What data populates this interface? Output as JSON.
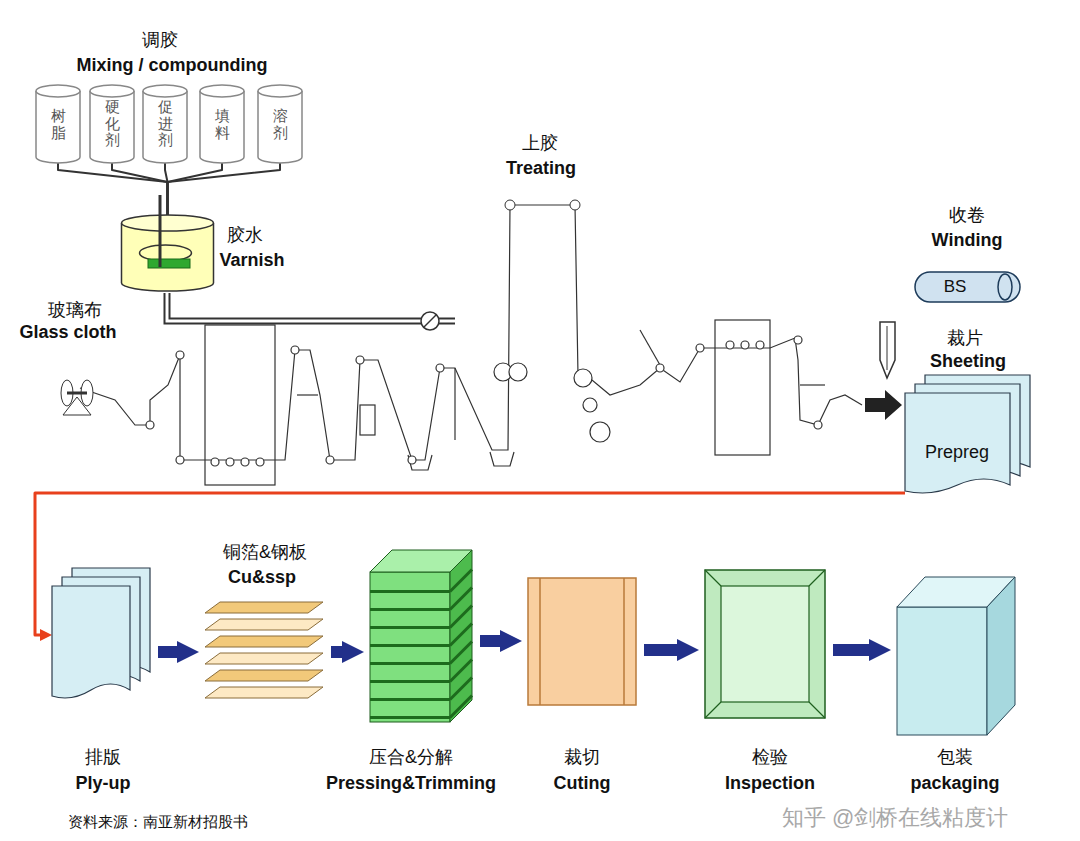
{
  "diagram": {
    "caption": "资料来源：南亚新材招股书",
    "nodes": [
      {
        "text": [
          "树脂"
        ]
      },
      {
        "text": [
          "硬化剂"
        ]
      },
      {
        "text": [
          "促进剂"
        ]
      },
      {
        "text": [
          "填料"
        ]
      },
      {
        "text": [
          "溶剂"
        ]
      },
      {
        "text": [
          "胶水",
          "Varnish"
        ]
      },
      {
        "text": [
          "玻璃布",
          "Glass cloth"
        ]
      },
      {
        "text": [
          "上胶",
          "Treating"
        ]
      },
      {
        "text": [
          "收卷",
          "Winding",
          "BS"
        ]
      },
      {
        "text": [
          "裁片",
          "Sheeting",
          "Prepreg"
        ]
      },
      {
        "text": [
          "排版",
          "Ply-up"
        ]
      },
      {
        "text": [
          "铜箔&钢板",
          "Cu&ssp"
        ]
      },
      {
        "text": [
          "压合&分解",
          "Pressing&Trimming"
        ]
      },
      {
        "text": [
          "裁切",
          "Cuting"
        ]
      },
      {
        "text": [
          "检验",
          "Inspection"
        ]
      },
      {
        "text": [
          "包装",
          "packaging"
        ]
      }
    ],
    "edges": [
      {
        "from": 0,
        "to": 5,
        "arrow": "none"
      },
      {
        "from": 1,
        "to": 5,
        "arrow": "none"
      },
      {
        "from": 2,
        "to": 5,
        "arrow": "none"
      },
      {
        "from": 3,
        "to": 5,
        "arrow": "none"
      },
      {
        "from": 4,
        "to": 5,
        "arrow": "none"
      },
      {
        "from": 9,
        "to": 10,
        "arrow": "to"
      },
      {
        "from": 10,
        "to": 11,
        "arrow": "to"
      },
      {
        "from": 11,
        "to": 12,
        "arrow": "to"
      },
      {
        "from": 12,
        "to": 13,
        "arrow": "to"
      },
      {
        "from": 13,
        "to": 14,
        "arrow": "to"
      },
      {
        "from": 14,
        "to": 15,
        "arrow": "to"
      }
    ],
    "labels": [
      "调胶",
      "Mixing / compounding",
      "知乎 @剑桥在线粘度计"
    ]
  }
}
